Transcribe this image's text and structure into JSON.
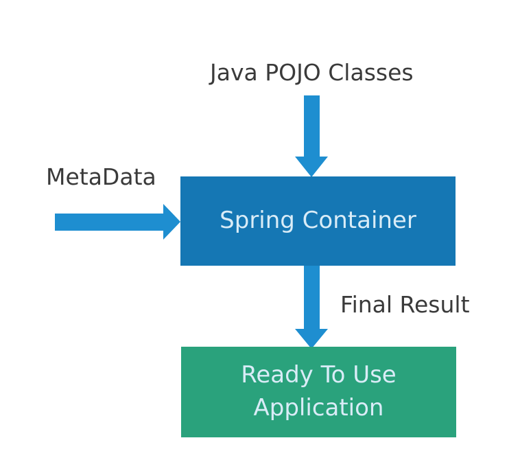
{
  "labels": {
    "input_top": "Java POJO Classes",
    "input_left": "MetaData",
    "output": "Final Result"
  },
  "boxes": {
    "container": {
      "line1": "Spring Container"
    },
    "result": {
      "line1": "Ready To Use",
      "line2": "Application"
    }
  },
  "colors": {
    "container_fill": "#1577b4",
    "result_fill": "#2aa27c",
    "arrow_fill": "#1e8ed0",
    "label_text": "#3a3a3a",
    "box_text": "#d9ecf7"
  }
}
